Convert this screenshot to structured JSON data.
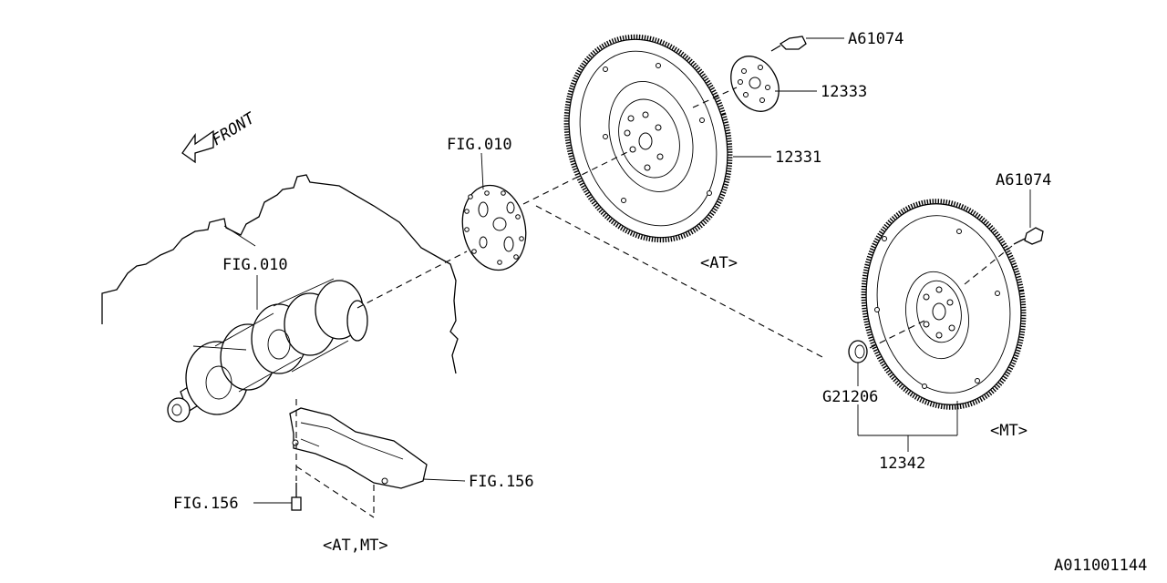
{
  "diagram": {
    "direction_label": "FRONT",
    "callouts": [
      {
        "id": "bolt-at",
        "label": "A61074"
      },
      {
        "id": "plate-at",
        "label": "12333"
      },
      {
        "id": "flywheel-at",
        "label": "12331"
      },
      {
        "id": "drive-plate",
        "label": "FIG.010"
      },
      {
        "id": "engine-block",
        "label": "FIG.010"
      },
      {
        "id": "bolt-mt",
        "label": "A61074"
      },
      {
        "id": "bearing",
        "label": "G21206"
      },
      {
        "id": "flywheel-mt-assy",
        "label": "12342"
      },
      {
        "id": "plate-cover",
        "label": "FIG.156"
      },
      {
        "id": "cover-bolt",
        "label": "FIG.156"
      }
    ],
    "variant_labels": {
      "at": "<AT>",
      "mt": "<MT>",
      "at_mt": "<AT,MT>"
    },
    "diagram_code": "A011001144"
  }
}
